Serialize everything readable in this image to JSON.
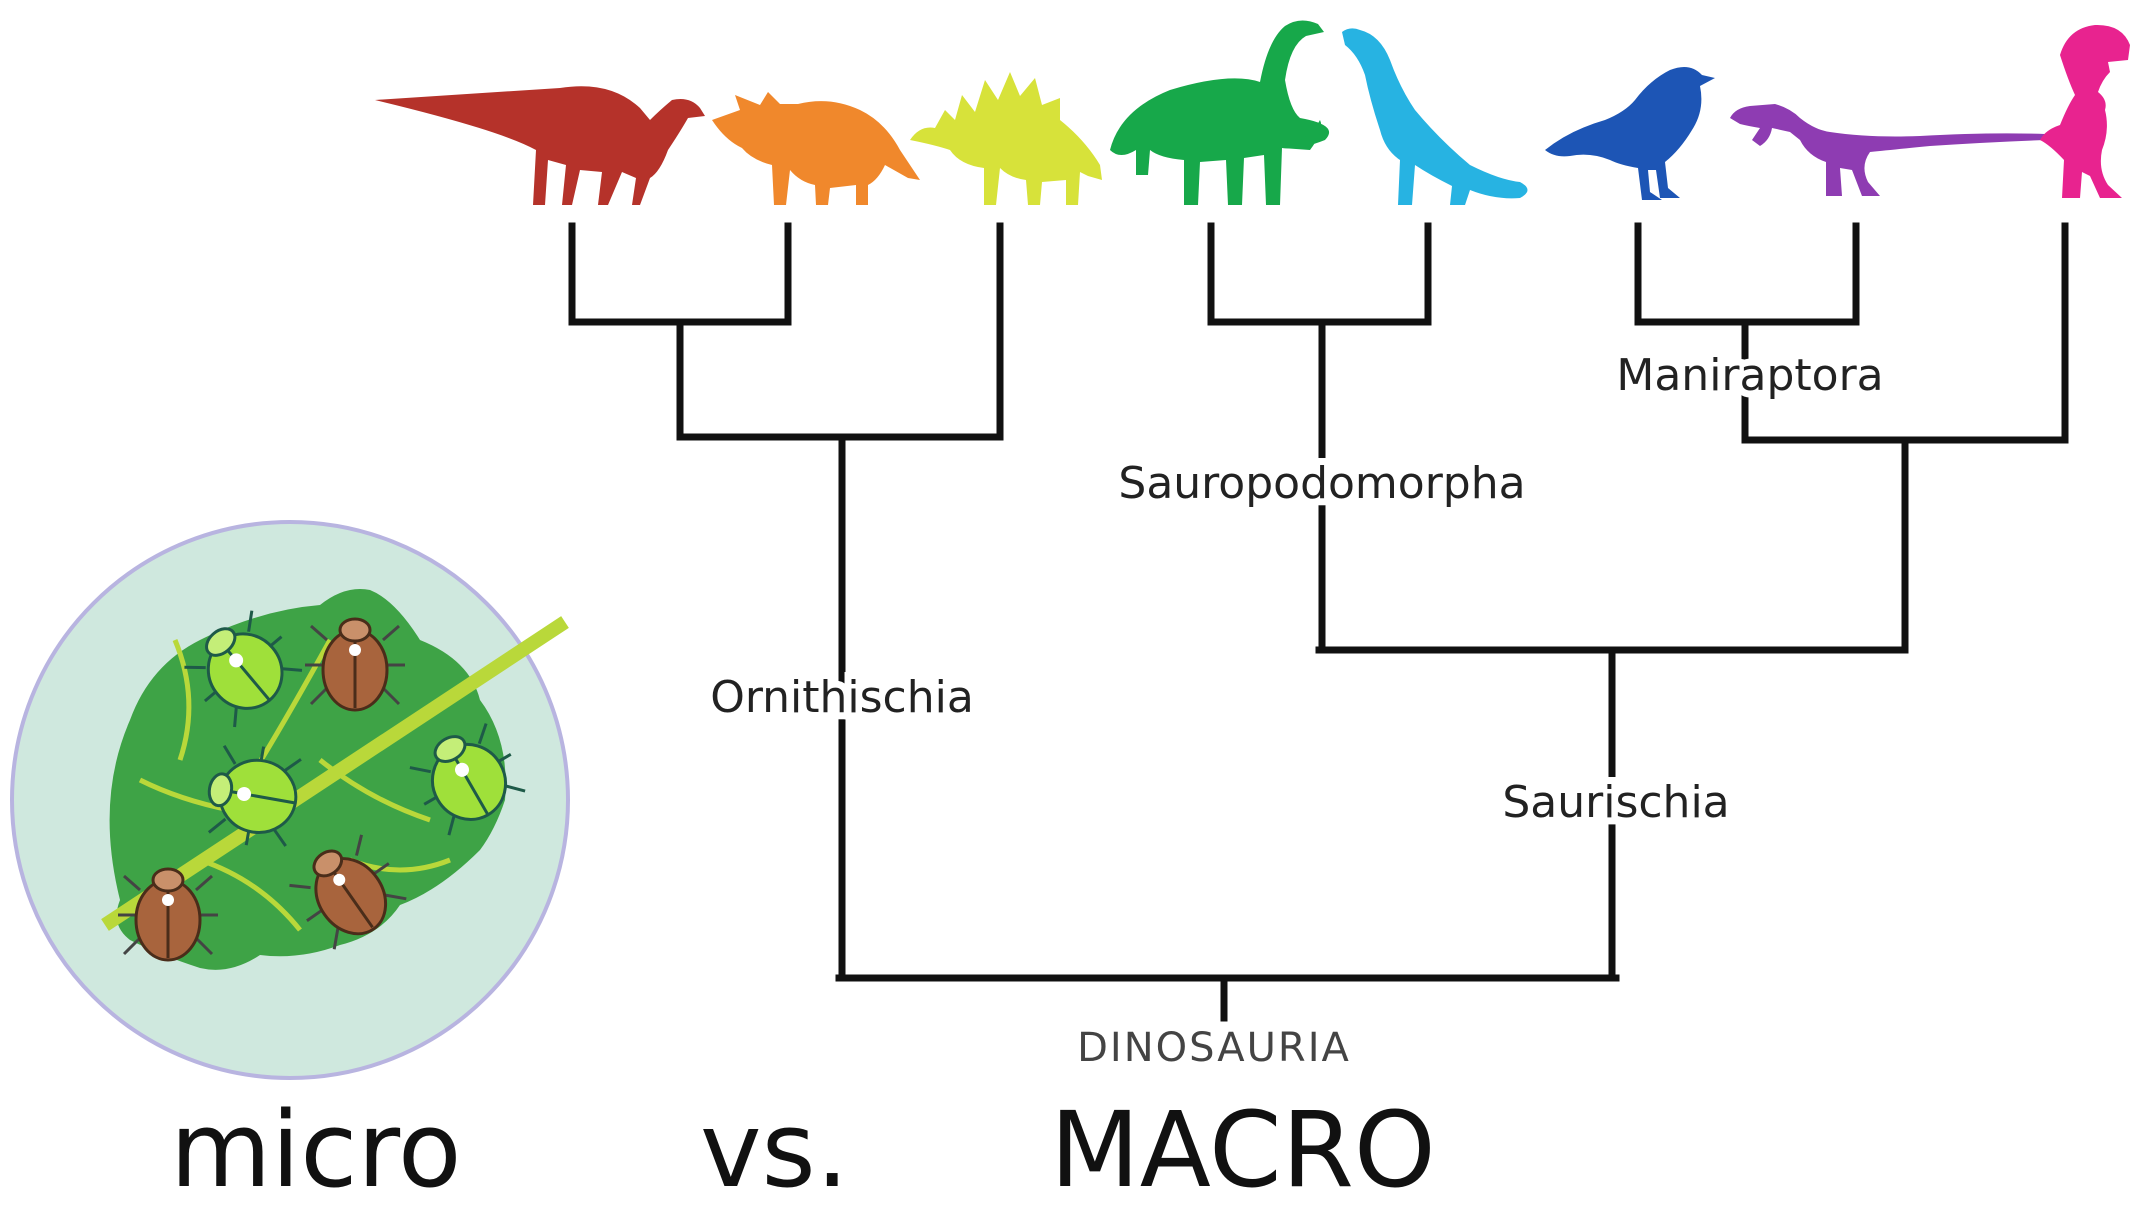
{
  "tree": {
    "root_label": "DINOSAURIA",
    "clade_labels": {
      "ornithischia": "Ornithischia",
      "saurischia": "Saurischia",
      "sauropodomorpha": "Sauropodomorpha",
      "maniraptora": "Maniraptora"
    }
  },
  "footer": {
    "micro": "micro",
    "vs": "vs.",
    "macro": "MACRO"
  },
  "silhouettes": [
    {
      "name": "hadrosaur-silhouette",
      "color": "#b5322a"
    },
    {
      "name": "triceratops-silhouette",
      "color": "#f0882c"
    },
    {
      "name": "stegosaurus-silhouette",
      "color": "#d7e23a"
    },
    {
      "name": "sauropod-silhouette",
      "color": "#17a84a"
    },
    {
      "name": "therizinosaur-silhouette",
      "color": "#27b3e2"
    },
    {
      "name": "bird-silhouette",
      "color": "#1d55b5"
    },
    {
      "name": "raptor-silhouette",
      "color": "#8e3cb2"
    },
    {
      "name": "trex-silhouette",
      "color": "#e8238f"
    }
  ],
  "colors": {
    "branch": "#111111",
    "petri_dish": "#cfe8de",
    "leaf": "#3ea346",
    "leaf_vein": "#b9d83a",
    "beetle_brown": "#a8643d",
    "beetle_green": "#9fe03a"
  }
}
